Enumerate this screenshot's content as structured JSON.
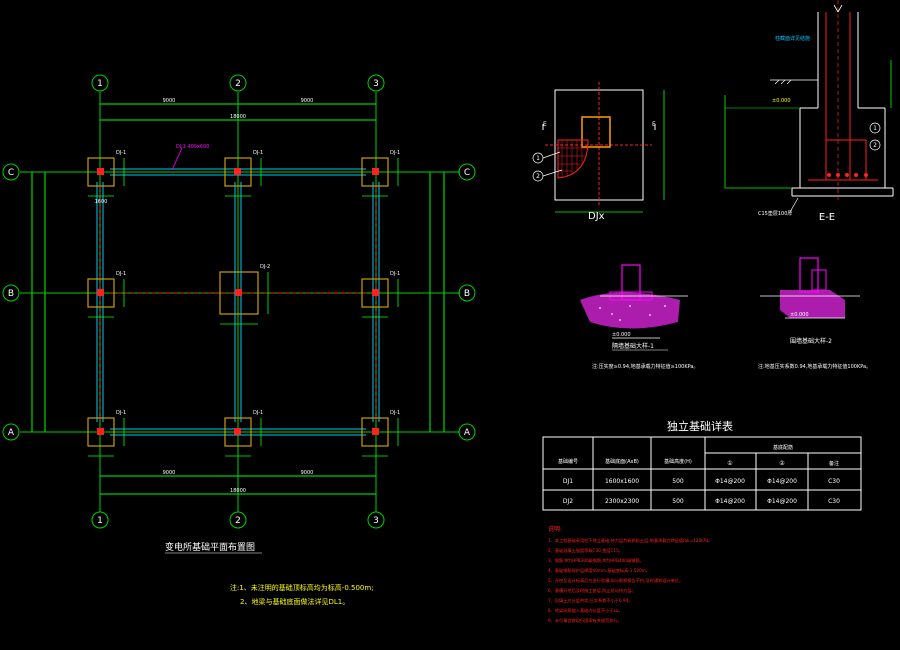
{
  "plan": {
    "grid_numbers": [
      "1",
      "2",
      "3"
    ],
    "grid_letters": [
      "A",
      "B",
      "C"
    ],
    "title": "变电所基础平面布置图",
    "notes": [
      "注:1、未注明的基础顶标高均为标高-0.500m;",
      "2、地梁与基础底面做法详见DL1。"
    ],
    "dims": {
      "bay1": "9000",
      "bay2": "9000",
      "total": "18000",
      "pad": "1600"
    },
    "tags": {
      "dj1": "DJ-1",
      "dj2": "DJ-2"
    },
    "callout": "DL1 400x600"
  },
  "detail_dj": {
    "label": "DJx",
    "markers": [
      "1",
      "2"
    ],
    "cut": "E"
  },
  "section_ee": {
    "label": "E-E",
    "markers": [
      "1",
      "2"
    ],
    "top_note": "柱截面详见结施",
    "level": "±0.000",
    "bottom_note": "C15垫层100厚"
  },
  "wall_details": [
    {
      "title": "隔墙基础大样-1",
      "note": "注:压实度≥0.94,地基承载力特征值≥100KPa。",
      "level": "±0.000"
    },
    {
      "title": "围墙基础大样-2",
      "note": "注:地基压实系数0.94,地基承载力特征值100KPa。",
      "level": "±0.000"
    }
  ],
  "table": {
    "title": "独立基础详表",
    "headers": [
      "基础编号",
      "基础底面(AxB)",
      "基础高度(H)",
      "基底配筋",
      "①",
      "②",
      "备注"
    ],
    "rows": [
      [
        "DJ1",
        "1600x1600",
        "500",
        "Φ14@200",
        "Φ14@200",
        "C30"
      ],
      [
        "DJ2",
        "2300x2300",
        "500",
        "Φ14@200",
        "Φ14@200",
        "C30"
      ]
    ]
  },
  "notes_block": {
    "heading": "说明:",
    "lines": [
      "1、本工程基础采用柱下独立基础,持力层为粉质粘土层,地基承载力特征值fak=120kPa。",
      "2、基础混凝土强度等级C30,垫层C15。",
      "3、钢筋:Φ为HPB300级钢筋,Φ为HRB400级钢筋。",
      "4、基础钢筋保护层厚度40mm,基础底标高-1.500m。",
      "5、开挖至设计标高后应进行验槽,如与勘察报告不符,及时通知设计单位。",
      "6、基槽开挖后及时施工垫层,防止扰动持力层。",
      "7、回填土应分层夯实,压实系数不小于0.94。",
      "8、地梁纵筋锚入基础内长度不小于La。",
      "9、未尽事宜按现行国家有关规范执行。"
    ]
  },
  "colors": {
    "bg": "#000000",
    "grid": "#00d000",
    "dim": "#00ff00",
    "pad": "#c8a000",
    "beam": "#00c8ff",
    "red": "#ff2020",
    "magenta": "#ff00ff",
    "white": "#ffffff",
    "yellow": "#ffff00"
  }
}
